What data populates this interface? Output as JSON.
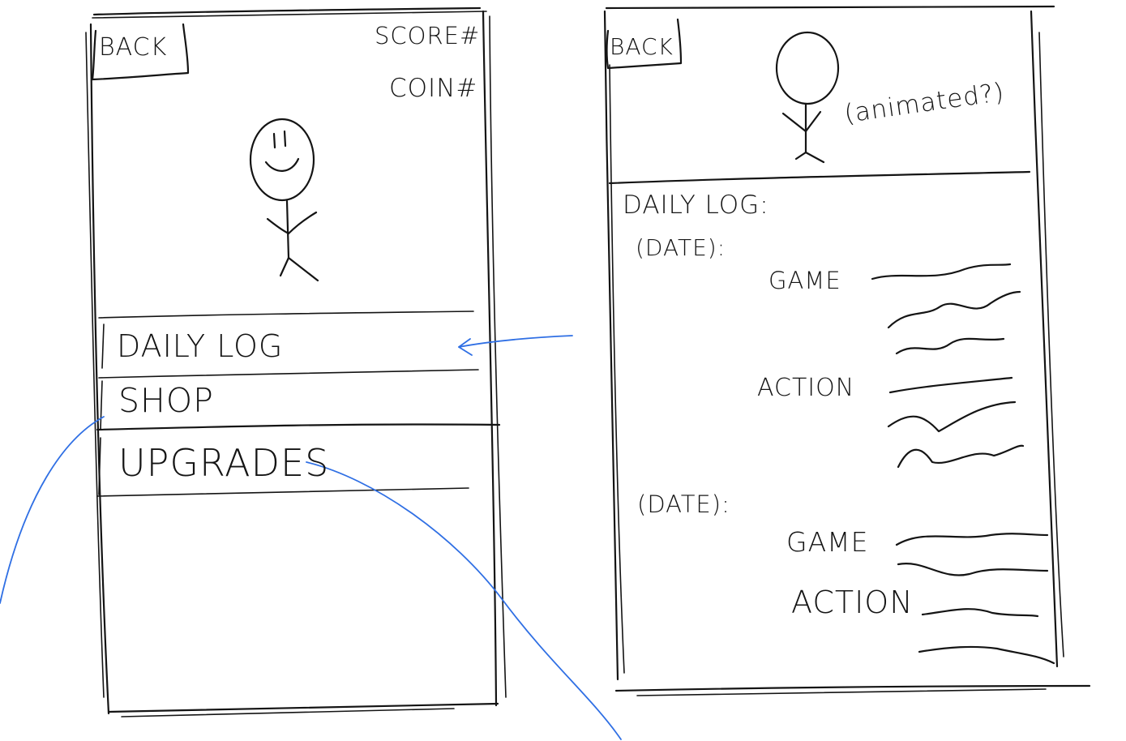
{
  "home_screen": {
    "back_label": "BACK",
    "score_label": "SCORE#",
    "coin_label": "COIN#",
    "menu": [
      {
        "label": "DAILY LOG"
      },
      {
        "label": "SHOP"
      },
      {
        "label": "UPGRADES"
      }
    ]
  },
  "log_screen": {
    "back_label": "BACK",
    "avatar_note": "(animated?)",
    "heading": "DAILY LOG:",
    "entries": [
      {
        "date": "(DATE):",
        "game_label": "GAME",
        "action_label": "ACTION"
      },
      {
        "date": "(DATE):",
        "game_label": "GAME",
        "action_label": "ACTION"
      }
    ]
  },
  "colors": {
    "ink": "#141414",
    "connector": "#2f6fe4"
  },
  "icons": [
    "smiley-stick-figure-icon",
    "stick-figure-icon"
  ]
}
